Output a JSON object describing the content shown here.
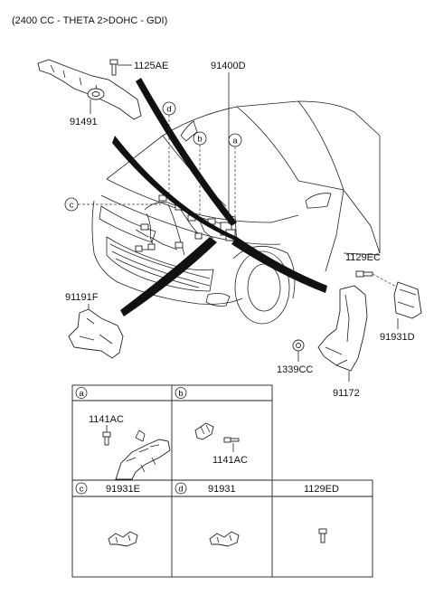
{
  "engine_spec": "(2400 CC - THETA 2>DOHC - GDI)",
  "labels": {
    "bolt_top": "1125AE",
    "harness_main": "91400D",
    "bracket_top": "91491",
    "protector_left": "91191F",
    "bolt_right": "1129EC",
    "bracket_right": "91931D",
    "nut": "1339CC",
    "protector_right": "91172"
  },
  "callouts": {
    "a": "a",
    "b": "b",
    "c": "c",
    "d": "d"
  },
  "detail_table": {
    "cell_a": {
      "circle": "a",
      "part": "1141AC"
    },
    "cell_b": {
      "circle": "b",
      "part": "1141AC"
    },
    "cell_c": {
      "circle": "c",
      "part": "91931E"
    },
    "cell_d": {
      "circle": "d",
      "part": "91931"
    },
    "cell_e": {
      "part": "1129ED"
    }
  }
}
